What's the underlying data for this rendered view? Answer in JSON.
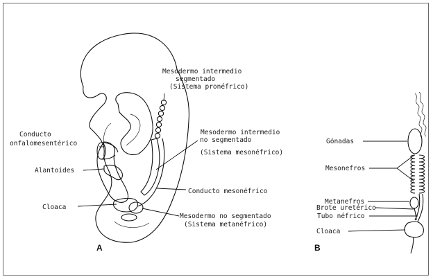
{
  "figure_a": {
    "panel_label": "A",
    "labels": {
      "pro_1": "Mesodermo intermedio",
      "pro_2": "segmentado",
      "pro_3": "(Sistema pronéfrico)",
      "meso_1": "Mesodermo intermedio",
      "meso_2": "no segmentado",
      "meso_3": "(Sistema mesonéfrico)",
      "conducto_1": "Conducto",
      "conducto_2": "onfalomesentérico",
      "alantoides": "Alantoides",
      "ducto_meso": "Conducto mesonéfrico",
      "cloaca": "Cloaca",
      "meta_1": "Mesodermo no segmentado",
      "meta_2": "(Sistema metanéfrico)"
    }
  },
  "figure_b": {
    "panel_label": "B",
    "labels": {
      "gonadas": "Gónadas",
      "mesonefros": "Mesonefros",
      "metanefros": "Metanefros",
      "brote": "Brote uretérico",
      "tubo": "Tubo néfrico",
      "cloaca": "Cloaca"
    }
  }
}
